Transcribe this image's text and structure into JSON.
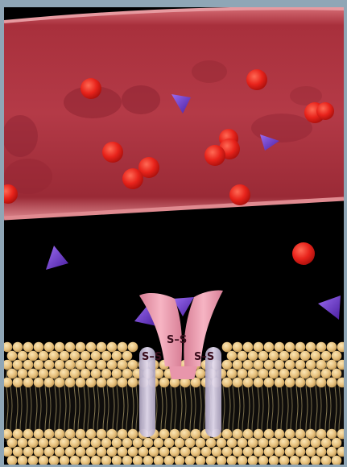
{
  "scene": {
    "subject": "insulin-receptor-illustration",
    "colors": {
      "vessel": "#b33945",
      "vessel_dark": "#7e1f2c",
      "vessel_wall": "#d9727a",
      "red_particle": "#e8231b",
      "purple_particle": "#6a32c8",
      "receptor_alpha": "#f0a3b4",
      "receptor_beta": "#c9c0d8",
      "lipid_head": "#e6c07c",
      "background": "#000000"
    }
  },
  "receptor": {
    "bonds": [
      {
        "id": "bond-top",
        "label": "S–S"
      },
      {
        "id": "bond-left",
        "label": "S–S"
      },
      {
        "id": "bond-right",
        "label": "S–S"
      }
    ]
  }
}
